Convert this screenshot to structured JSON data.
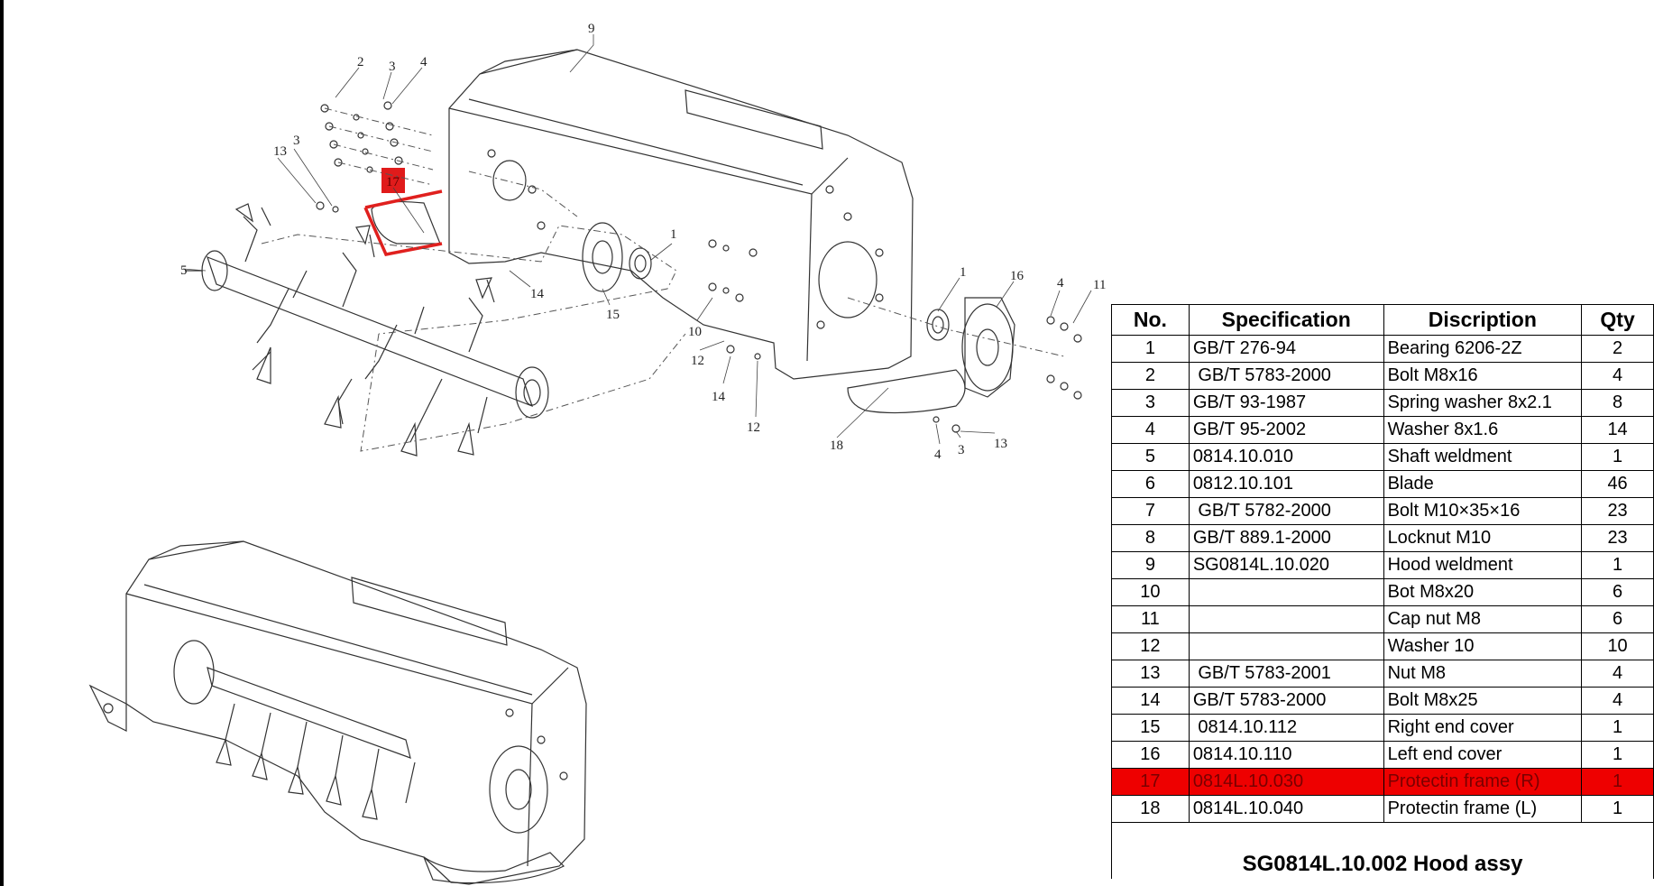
{
  "callouts": {
    "c9": "9",
    "c2": "2",
    "c3a": "3",
    "c4a": "4",
    "c13a": "13",
    "c3b": "3",
    "c17": "17",
    "c1a": "1",
    "c5": "5",
    "c14a": "14",
    "c15": "15",
    "c10": "10",
    "c12a": "12",
    "c14b": "14",
    "c12b": "12",
    "c1b": "1",
    "c16": "16",
    "c4b": "4",
    "c11": "11",
    "c18": "18",
    "c4c": "4",
    "c3c": "3",
    "c13b": "13"
  },
  "table": {
    "headers": {
      "no": "No.",
      "spec": "Specification",
      "desc": "Discription",
      "qty": "Qty"
    },
    "rows": [
      {
        "no": "1",
        "spec": "GB/T 276-94",
        "desc": "Bearing 6206-2Z",
        "qty": "2"
      },
      {
        "no": "2",
        "spec": " GB/T 5783-2000",
        "desc": "Bolt M8x16",
        "qty": "4"
      },
      {
        "no": "3",
        "spec": "GB/T 93-1987",
        "desc": "Spring washer 8x2.1",
        "qty": "8"
      },
      {
        "no": "4",
        "spec": "GB/T 95-2002",
        "desc": "Washer 8x1.6",
        "qty": "14"
      },
      {
        "no": "5",
        "spec": "0814.10.010",
        "desc": "Shaft weldment",
        "qty": "1"
      },
      {
        "no": "6",
        "spec": "0812.10.101",
        "desc": "Blade",
        "qty": "46"
      },
      {
        "no": "7",
        "spec": " GB/T 5782-2000",
        "desc": "Bolt M10×35×16",
        "qty": "23"
      },
      {
        "no": "8",
        "spec": "GB/T 889.1-2000",
        "desc": "Locknut M10",
        "qty": "23"
      },
      {
        "no": "9",
        "spec": "SG0814L.10.020",
        "desc": "Hood weldment",
        "qty": "1"
      },
      {
        "no": "10",
        "spec": "",
        "desc": "Bot M8x20",
        "qty": "6"
      },
      {
        "no": "11",
        "spec": "",
        "desc": "Cap nut M8",
        "qty": "6"
      },
      {
        "no": "12",
        "spec": "",
        "desc": "Washer 10",
        "qty": "10"
      },
      {
        "no": "13",
        "spec": " GB/T 5783-2001",
        "desc": "Nut M8",
        "qty": "4"
      },
      {
        "no": "14",
        "spec": "GB/T 5783-2000",
        "desc": "Bolt M8x25",
        "qty": "4"
      },
      {
        "no": "15",
        "spec": " 0814.10.112",
        "desc": "Right end cover",
        "qty": "1"
      },
      {
        "no": "16",
        "spec": "0814.10.110",
        "desc": "Left end cover",
        "qty": "1"
      },
      {
        "no": "17",
        "spec": "0814L.10.030",
        "desc": "Protectin frame (R)",
        "qty": "1",
        "highlighted": true
      },
      {
        "no": "18",
        "spec": "0814L.10.040",
        "desc": "Protectin frame (L)",
        "qty": "1"
      }
    ],
    "title": "SG0814L.10.002 Hood assy"
  },
  "colors": {
    "highlight": "#ee0000",
    "highlight_text": "#7a0000",
    "line": "#333333"
  }
}
